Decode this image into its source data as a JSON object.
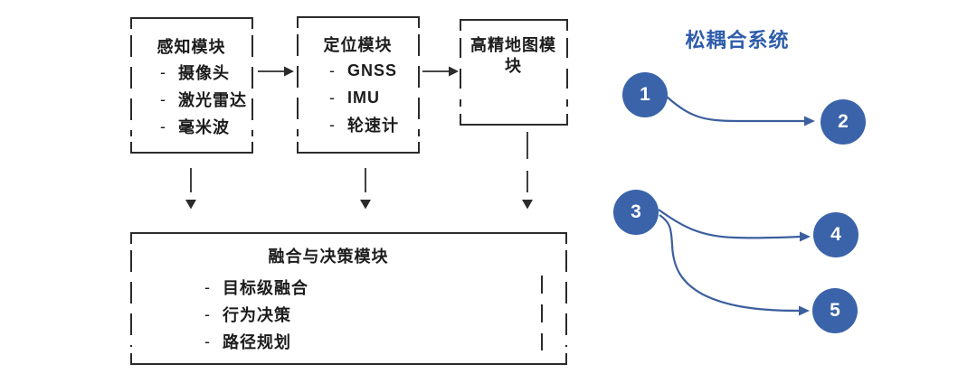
{
  "colors": {
    "node_blue": "#3a63a9",
    "arrow_blue": "#3c5f9e",
    "heading_blue": "#2e5cab",
    "line_dark": "#2b2b2b",
    "text_dark": "#1c1c1c",
    "background": "#ffffff"
  },
  "flow": {
    "bullet": "-",
    "boxes": {
      "perception": {
        "title": "感知模块",
        "items": [
          "摄像头",
          "激光雷达",
          "毫米波"
        ]
      },
      "localization": {
        "title": "定位模块",
        "items": [
          "GNSS",
          "IMU",
          "轮速计"
        ]
      },
      "hdmap": {
        "title": "高精地图模块"
      },
      "fusion": {
        "title": "融合与决策模块",
        "items": [
          "目标级融合",
          "行为决策",
          "路径规划"
        ]
      }
    }
  },
  "loose": {
    "title": "松耦合系统",
    "nodes": [
      "1",
      "2",
      "3",
      "4",
      "5"
    ]
  }
}
